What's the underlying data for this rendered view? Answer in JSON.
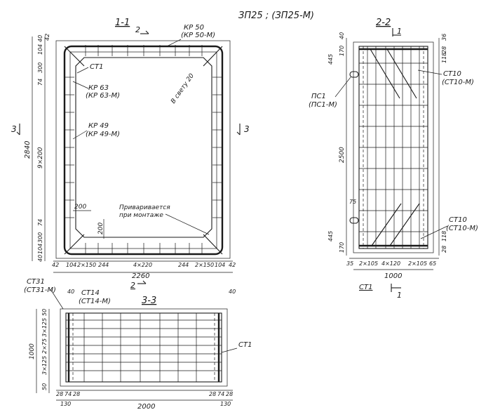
{
  "title": "ЗП25 ; (ЗП25-М)",
  "section_labels": {
    "s11": "1-1",
    "s22": "2-2",
    "s33": "3-3",
    "cut2_top": "2",
    "cut2_bottom": "2",
    "cut1_top": "1",
    "cut1_bottom": "1",
    "cut3_left": "3",
    "cut3_right": "3"
  },
  "view_1_1": {
    "callouts": {
      "kr50": "КР 50",
      "kr50m": "(КР 50-М)",
      "st1": "СТ1",
      "kr63": "КР 63",
      "kr63m": "(КР 63-М)",
      "kr49": "КР 49",
      "kr49m": "(КР 49-М)",
      "clear": "В свету 20",
      "weld1": "Приваривается",
      "weld2": "при монтаже",
      "d200a": "200",
      "d200b": "200"
    },
    "left_dims": [
      "40",
      "104",
      "300",
      "74",
      "9×200",
      "74",
      "300",
      "104",
      "40"
    ],
    "top_right_dim": "42",
    "overall_height": "2840",
    "bottom_dims": [
      "42",
      "104",
      "2×150",
      "244",
      "4×220",
      "244",
      "2×150",
      "104",
      "42"
    ],
    "overall_width": "2260"
  },
  "view_2_2": {
    "callouts": {
      "st10a": "СТ10",
      "st10am": "(СТ10-М)",
      "ps1": "ПС1",
      "ps1m": "(ПС1-М)",
      "st10b": "СТ10",
      "st10bm": "(СТ10-М)",
      "st1": "СТ1",
      "d75": "75"
    },
    "left_dims": [
      "40",
      "170",
      "445",
      "2500",
      "445",
      "170"
    ],
    "right_dims": [
      "36",
      "28",
      "118",
      "118",
      "28"
    ],
    "bottom_dims": [
      "35",
      "2×105",
      "4×120",
      "2×105",
      "65"
    ],
    "overall_width": "1000"
  },
  "view_3_3": {
    "callouts": {
      "st31": "СТ31",
      "st31m": "(СТ31-М)",
      "st14": "СТ14",
      "st14m": "(СТ14-М)",
      "st1": "СТ1"
    },
    "top_dims": [
      "40",
      "40"
    ],
    "left_dims": [
      "50",
      "3×125",
      "2×75",
      "3×125",
      "50"
    ],
    "overall_height": "1000",
    "bottom_dims_left": [
      "28",
      "74",
      "28"
    ],
    "bottom_dims_right": [
      "28",
      "74",
      "28"
    ],
    "end_dims": [
      "130",
      "130"
    ],
    "overall_length": "2000"
  }
}
